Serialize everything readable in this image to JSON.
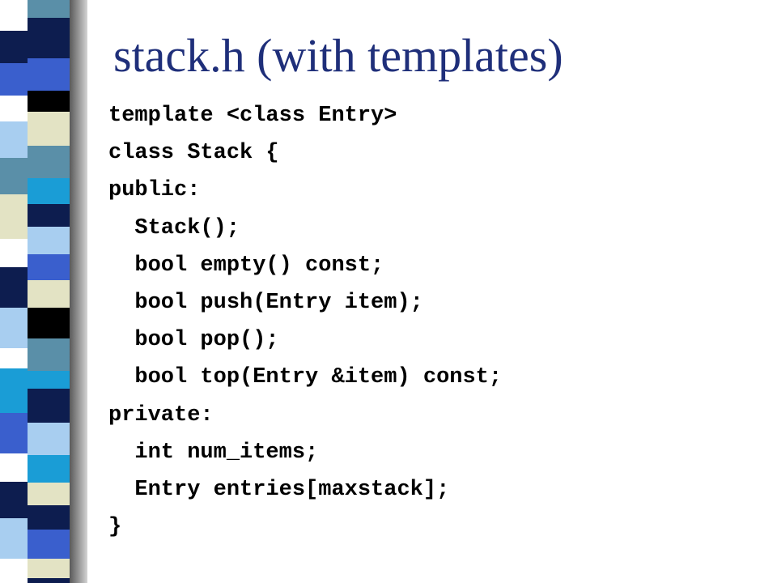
{
  "slide": {
    "title": "stack.h (with templates)",
    "code_lines": [
      "template <class Entry>",
      "class Stack {",
      "public:",
      "  Stack();",
      "  bool empty() const;",
      "  bool push(Entry item);",
      "  bool pop();",
      "  bool top(Entry &item) const;",
      "private:",
      "  int num_items;",
      "  Entry entries[maxstack];",
      "}"
    ]
  },
  "theme": {
    "title_color": "#1f2f7a",
    "code_color": "#000000",
    "stripe_colors": [
      "#0d1d4f",
      "#3a5fcd",
      "#a8cef0",
      "#5a8fa8",
      "#e3e3c4",
      "#000000",
      "#1a9dd6"
    ]
  }
}
